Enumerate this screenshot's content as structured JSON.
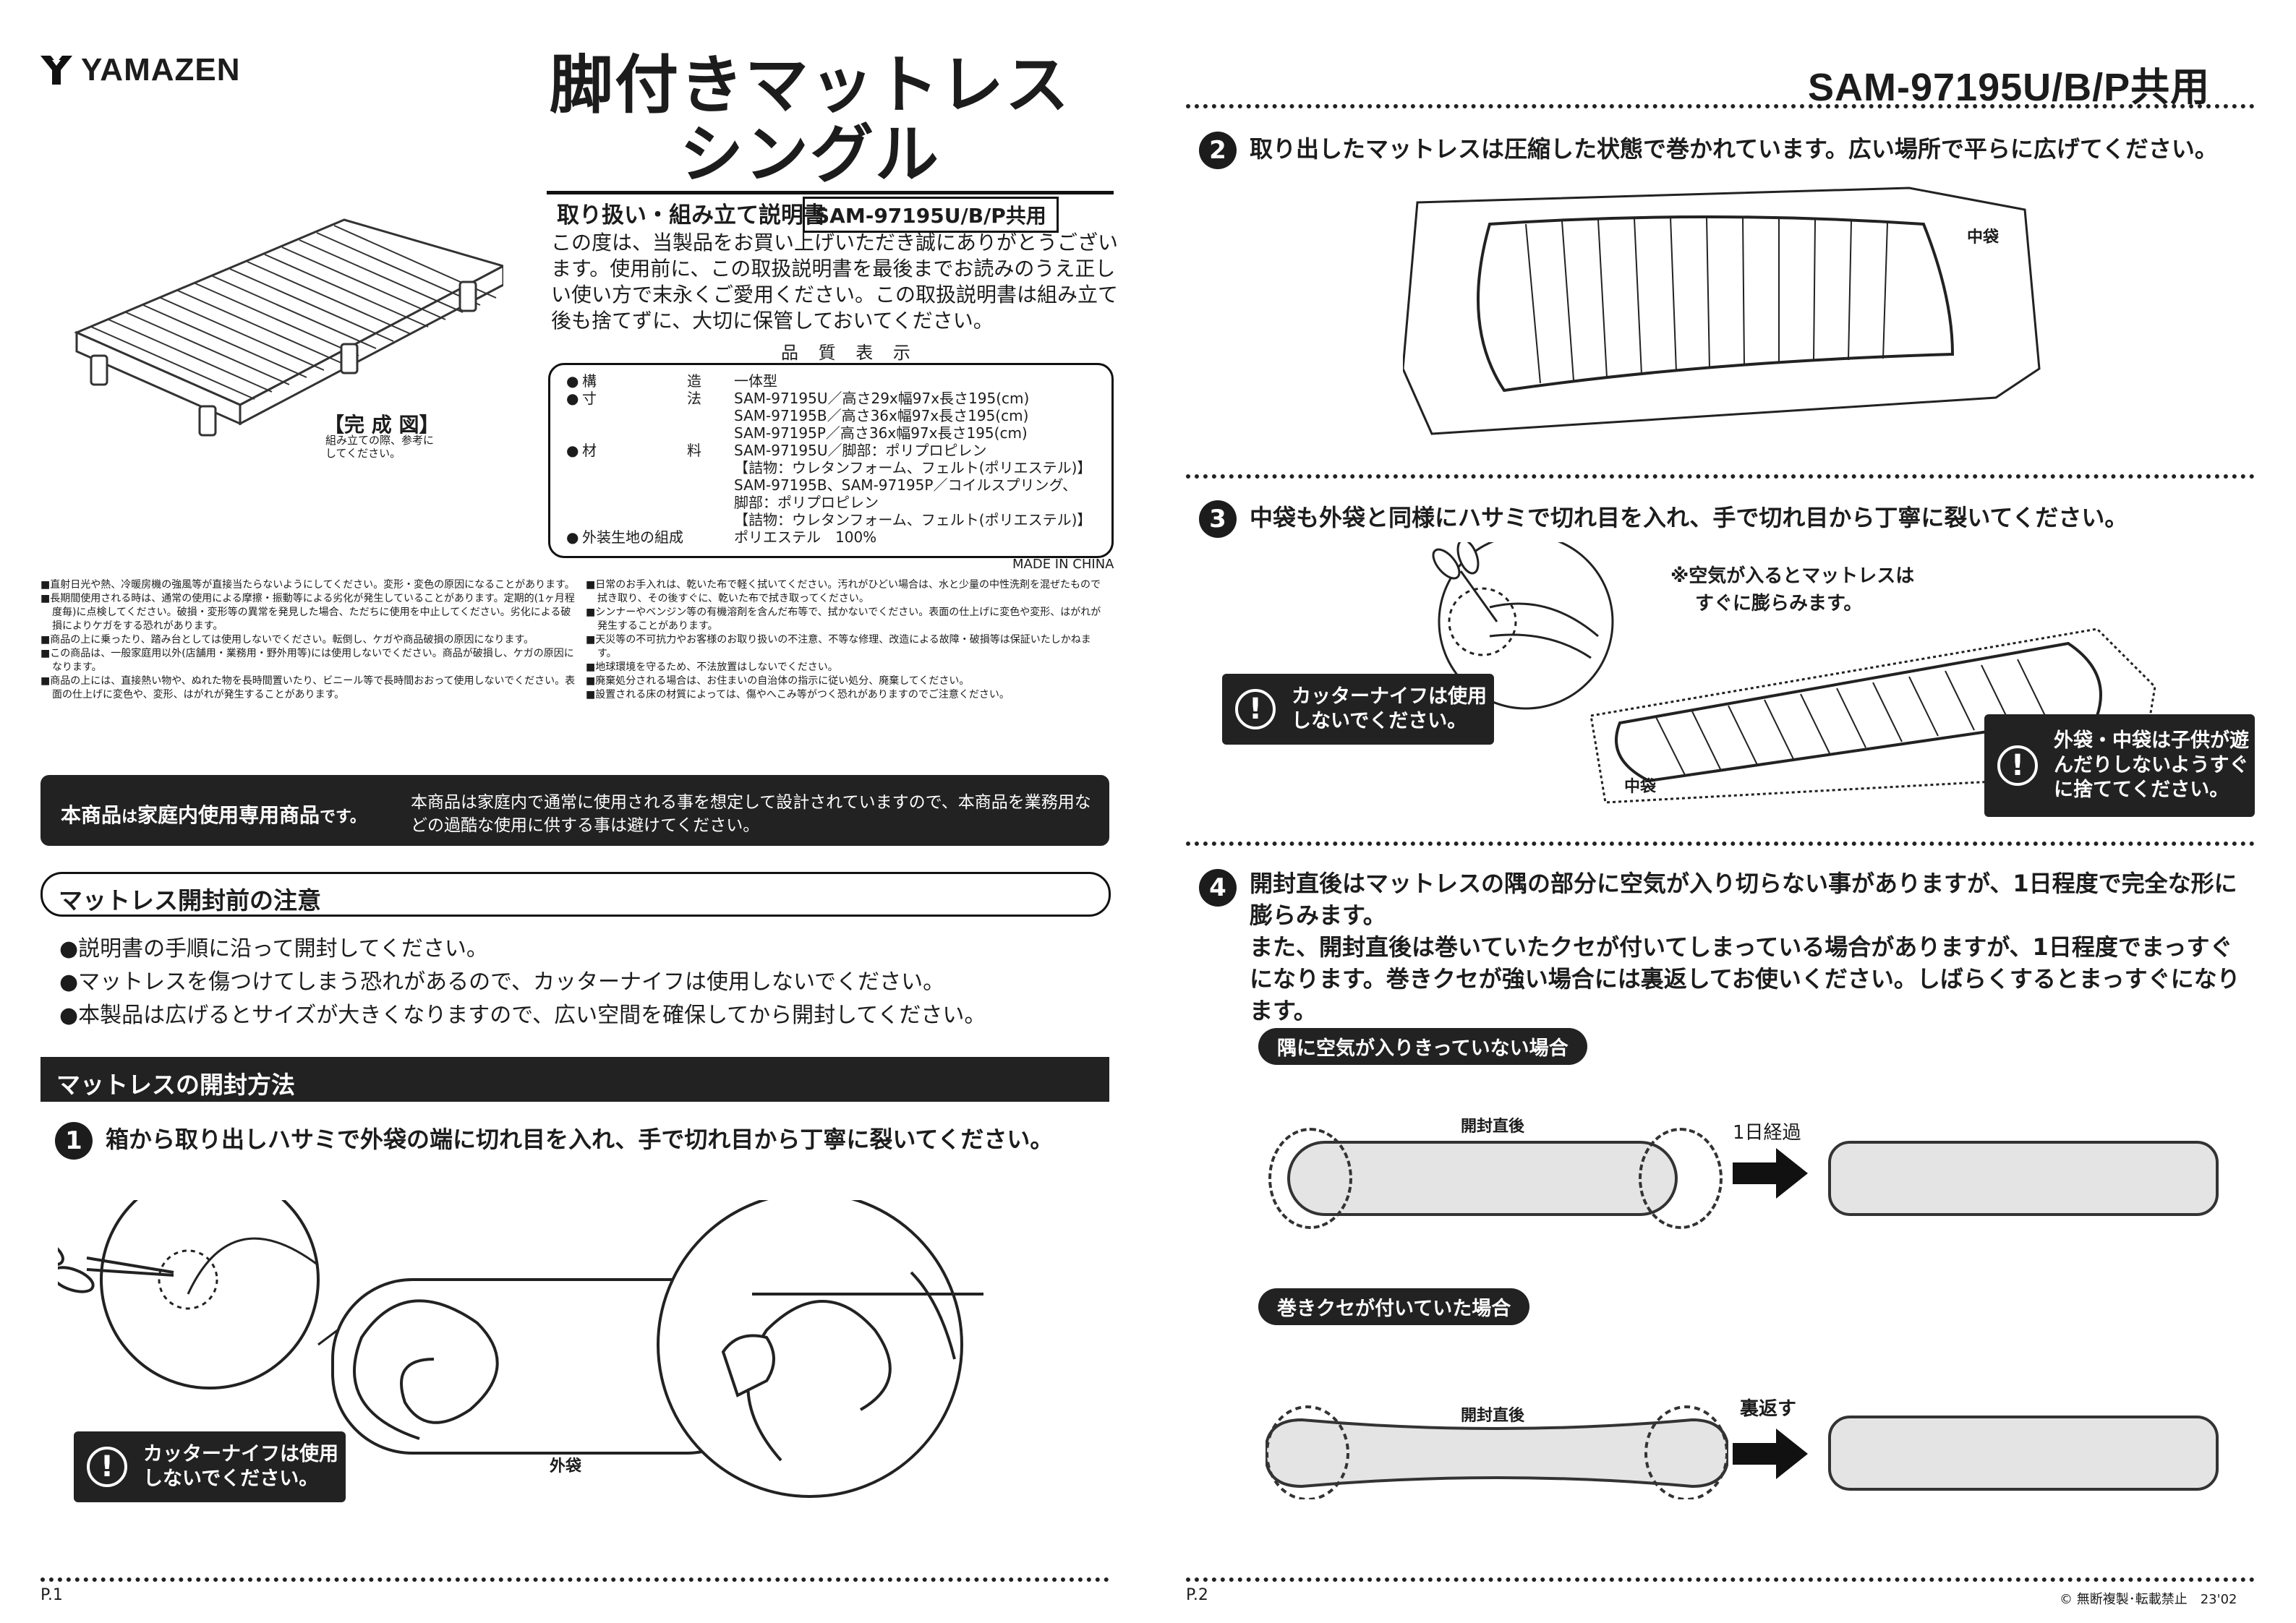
{
  "header": {
    "logo_text": "YAMAZEN",
    "title_line1": "脚付きマットレス",
    "title_line2": "シングル",
    "subtitle": "取り扱い・組み立て説明書",
    "model_box": "SAM-97195U/B/P共用",
    "intro": "この度は、当製品をお買い上げいただき誠にありがとうございます。使用前に、この取扱説明書を最後までお読みのうえ正しい使い方で末永くご愛用ください。この取扱説明書は組み立て後も捨てずに、大切に保管しておいてください。"
  },
  "product_figure": {
    "label": "【完 成 図】",
    "note": "組み立ての際、参考にしてください。"
  },
  "quality": {
    "heading": "品 質 表 示",
    "rows": [
      {
        "label_a": "構",
        "label_b": "造",
        "value": "一体型"
      },
      {
        "label_a": "寸",
        "label_b": "法",
        "value": "SAM-97195U／高さ29x幅97x長さ195(cm)\nSAM-97195B／高さ36x幅97x長さ195(cm)\nSAM-97195P／高さ36x幅97x長さ195(cm)"
      },
      {
        "label_a": "材",
        "label_b": "料",
        "value": "SAM-97195U／脚部：ポリプロピレン\n【詰物：ウレタンフォーム、フェルト(ポリエステル)】\nSAM-97195B、SAM-97195P／コイルスプリング、\n脚部：ポリプロピレン\n【詰物：ウレタンフォーム、フェルト(ポリエステル)】"
      },
      {
        "label_a": "外装生地の組成",
        "label_b": "",
        "value": "ポリエステル　100%"
      }
    ],
    "made_in": "MADE IN CHINA"
  },
  "notes_left": [
    "■直射日光や熱、冷暖房機の強風等が直接当たらないようにしてください。変形・変色の原因になることがあります。",
    "■長期間使用される時は、通常の使用による摩擦・振動等による劣化が発生していることがあります。定期的(1ヶ月程度毎)に点検してください。破損・変形等の異常を発見した場合、ただちに使用を中止してください。劣化による破損によりケガをする恐れがあります。",
    "■商品の上に乗ったり、踏み台としては使用しないでください。転倒し、ケガや商品破損の原因になります。",
    "■この商品は、一般家庭用以外(店舗用・業務用・野外用等)には使用しないでください。商品が破損し、ケガの原因になります。",
    "■商品の上には、直接熱い物や、ぬれた物を長時間置いたり、ビニール等で長時間おおって使用しないでください。表面の仕上げに変色や、変形、はがれが発生することがあります。"
  ],
  "notes_right": [
    "■日常のお手入れは、乾いた布で軽く拭いてください。汚れがひどい場合は、水と少量の中性洗剤を混ぜたもので拭き取り、その後すぐに、乾いた布で拭き取ってください。",
    "■シンナーやベンジン等の有機溶剤を含んだ布等で、拭かないでください。表面の仕上げに変色や変形、はがれが発生することがあります。",
    "■天災等の不可抗力やお客様のお取り扱いの不注意、不等な修理、改造による故障・破損等は保証いたしかねます。",
    "■地球環境を守るため、不法放置はしないでください。",
    "■廃棄処分される場合は、お住まいの自治体の指示に従い処分、廃棄してください。",
    "■設置される床の材質によっては、傷やへこみ等がつく恐れがありますのでご注意ください。"
  ],
  "home_banner": {
    "left_a": "本商品",
    "left_b": "は",
    "left_c": "家庭内使用専用商品",
    "left_d": "です。",
    "right": "本商品は家庭内で通常に使用される事を想定して設計されていますので、本商品を業務用などの過酷な使用に供する事は避けてください。"
  },
  "caution": {
    "heading": "マットレス開封前の注意",
    "items": [
      "●説明書の手順に沿って開封してください。",
      "●マットレスを傷つけてしまう恐れがあるので、カッターナイフは使用しないでください。",
      "●本製品は広げるとサイズが大きくなりますので、広い空間を確保してから開封してください。"
    ]
  },
  "method": {
    "heading": "マットレスの開封方法",
    "step1_num": "1",
    "step1": "箱から取り出しハサミで外袋の端に切れ目を入れ、手で切れ目から丁寧に裂いてください。",
    "outer_bag": "外袋",
    "warn_cutter": "カッターナイフは使用しないでください。"
  },
  "page2": {
    "model_header": "SAM-97195U/B/P共用",
    "step2_num": "2",
    "step2": "取り出したマットレスは圧縮した状態で巻かれています。広い場所で平らに広げてください。",
    "inner_bag": "中袋",
    "step3_num": "3",
    "step3": "中袋も外袋と同様にハサミで切れ目を入れ、手で切れ目から丁寧に裂いてください。",
    "air_note_1": "※空気が入るとマットレスは",
    "air_note_2": "すぐに膨らみます。",
    "warn_cutter": "カッターナイフは使用しないでください。",
    "warn_children": "外袋・中袋は子供が遊んだりしないようすぐに捨ててください。",
    "inner_bag_2": "中袋",
    "step4_num": "4",
    "step4": "開封直後はマットレスの隅の部分に空気が入り切らない事がありますが、1日程度で完全な形に膨らみます。\nまた、開封直後は巻いていたクセが付いてしまっている場合がありますが、1日程度でまっすぐになります。巻きクセが強い場合には裏返してお使いください。しばらくするとまっすぐになります。",
    "case1_pill": "隅に空気が入りきっていない場合",
    "case1_left": "開封直後",
    "case1_arrow": "1日経過",
    "case2_pill": "巻きクセが付いていた場合",
    "case2_left": "開封直後",
    "case2_arrow": "裏返す"
  },
  "footer": {
    "p1": "P.1",
    "p2": "P.2",
    "copyright": "© 無断複製･転載禁止　23'02"
  }
}
